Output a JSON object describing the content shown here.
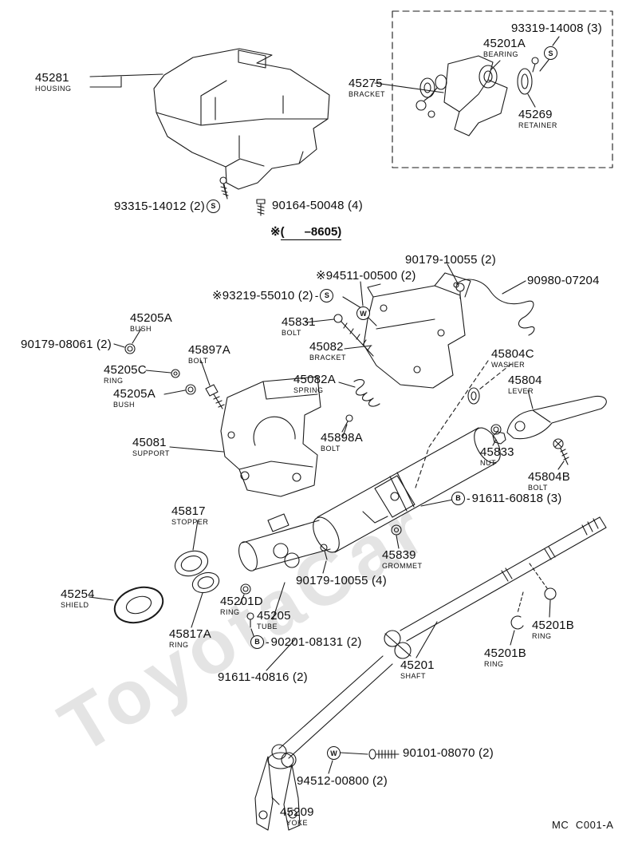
{
  "note": {
    "prefix": "※",
    "body": "(      –8605)"
  },
  "glyphs": {
    "dash": "-"
  },
  "symbols": {
    "s": "S",
    "w": "W",
    "b": "B"
  },
  "watermark": "ToyotaCar",
  "footer": "MC  C001-A",
  "parts": {
    "housing": {
      "num": "45281",
      "name": "HOUSING"
    },
    "bearing_bolt": {
      "num": "93319-14008 (3)"
    },
    "bearing": {
      "num": "45201A",
      "name": "BEARING"
    },
    "bracket_45275": {
      "num": "45275",
      "name": "BRACKET"
    },
    "retainer": {
      "num": "45269",
      "name": "RETAINER"
    },
    "screw_93315": {
      "num": "93315-14012 (2)"
    },
    "bolt_90164": {
      "num": "90164-50048 (4)"
    },
    "bolt_10055_2": {
      "num": "90179-10055 (2)"
    },
    "bolt_94511": {
      "num": "※94511-00500 (2)"
    },
    "wire_90980": {
      "num": "90980-07204"
    },
    "bolt_93219": {
      "num": "※93219-55010 (2)"
    },
    "bush_a1": {
      "num": "45205A",
      "name": "BUSH"
    },
    "bolt_45831": {
      "num": "45831",
      "name": "BOLT"
    },
    "bolt_08061": {
      "num": "90179-08061 (2)"
    },
    "bolt_45897a": {
      "num": "45897A",
      "name": "BOLT"
    },
    "bracket_45082": {
      "num": "45082",
      "name": "BRACKET"
    },
    "washer_45804c": {
      "num": "45804C",
      "name": "WASHER"
    },
    "ring_45205c": {
      "num": "45205C",
      "name": "RING"
    },
    "spring_45082a": {
      "num": "45082A",
      "name": "SPRING"
    },
    "lever_45804": {
      "num": "45804",
      "name": "LEVER"
    },
    "bush_a2": {
      "num": "45205A",
      "name": "BUSH"
    },
    "support_45081": {
      "num": "45081",
      "name": "SUPPORT"
    },
    "bolt_45898a": {
      "num": "45898A",
      "name": "BOLT"
    },
    "nut_45833": {
      "num": "45833",
      "name": "NUT"
    },
    "bolt_45804b": {
      "num": "45804B",
      "name": "BOLT"
    },
    "bolt_91611_60818": {
      "num": "91611-60818 (3)"
    },
    "stopper_45817": {
      "num": "45817",
      "name": "STOPPER"
    },
    "grommet_45839": {
      "num": "45839",
      "name": "GROMMET"
    },
    "bolt_10055_4": {
      "num": "90179-10055 (4)"
    },
    "shield_45254": {
      "num": "45254",
      "name": "SHIELD"
    },
    "ring_45201d": {
      "num": "45201D",
      "name": "RING"
    },
    "tube_45205": {
      "num": "45205",
      "name": "TUBE"
    },
    "ring_45817a": {
      "num": "45817A",
      "name": "RING"
    },
    "bolt_90201": {
      "num": "90201-08131 (2)"
    },
    "ring_45201b_1": {
      "num": "45201B",
      "name": "RING"
    },
    "ring_45201b_2": {
      "num": "45201B",
      "name": "RING"
    },
    "shaft_45201": {
      "num": "45201",
      "name": "SHAFT"
    },
    "bolt_91611_40816": {
      "num": "91611-40816 (2)"
    },
    "bolt_90101": {
      "num": "90101-08070 (2)"
    },
    "bolt_94512": {
      "num": "94512-00800 (2)"
    },
    "yoke_45209": {
      "num": "45209",
      "name": "YOKE"
    }
  }
}
